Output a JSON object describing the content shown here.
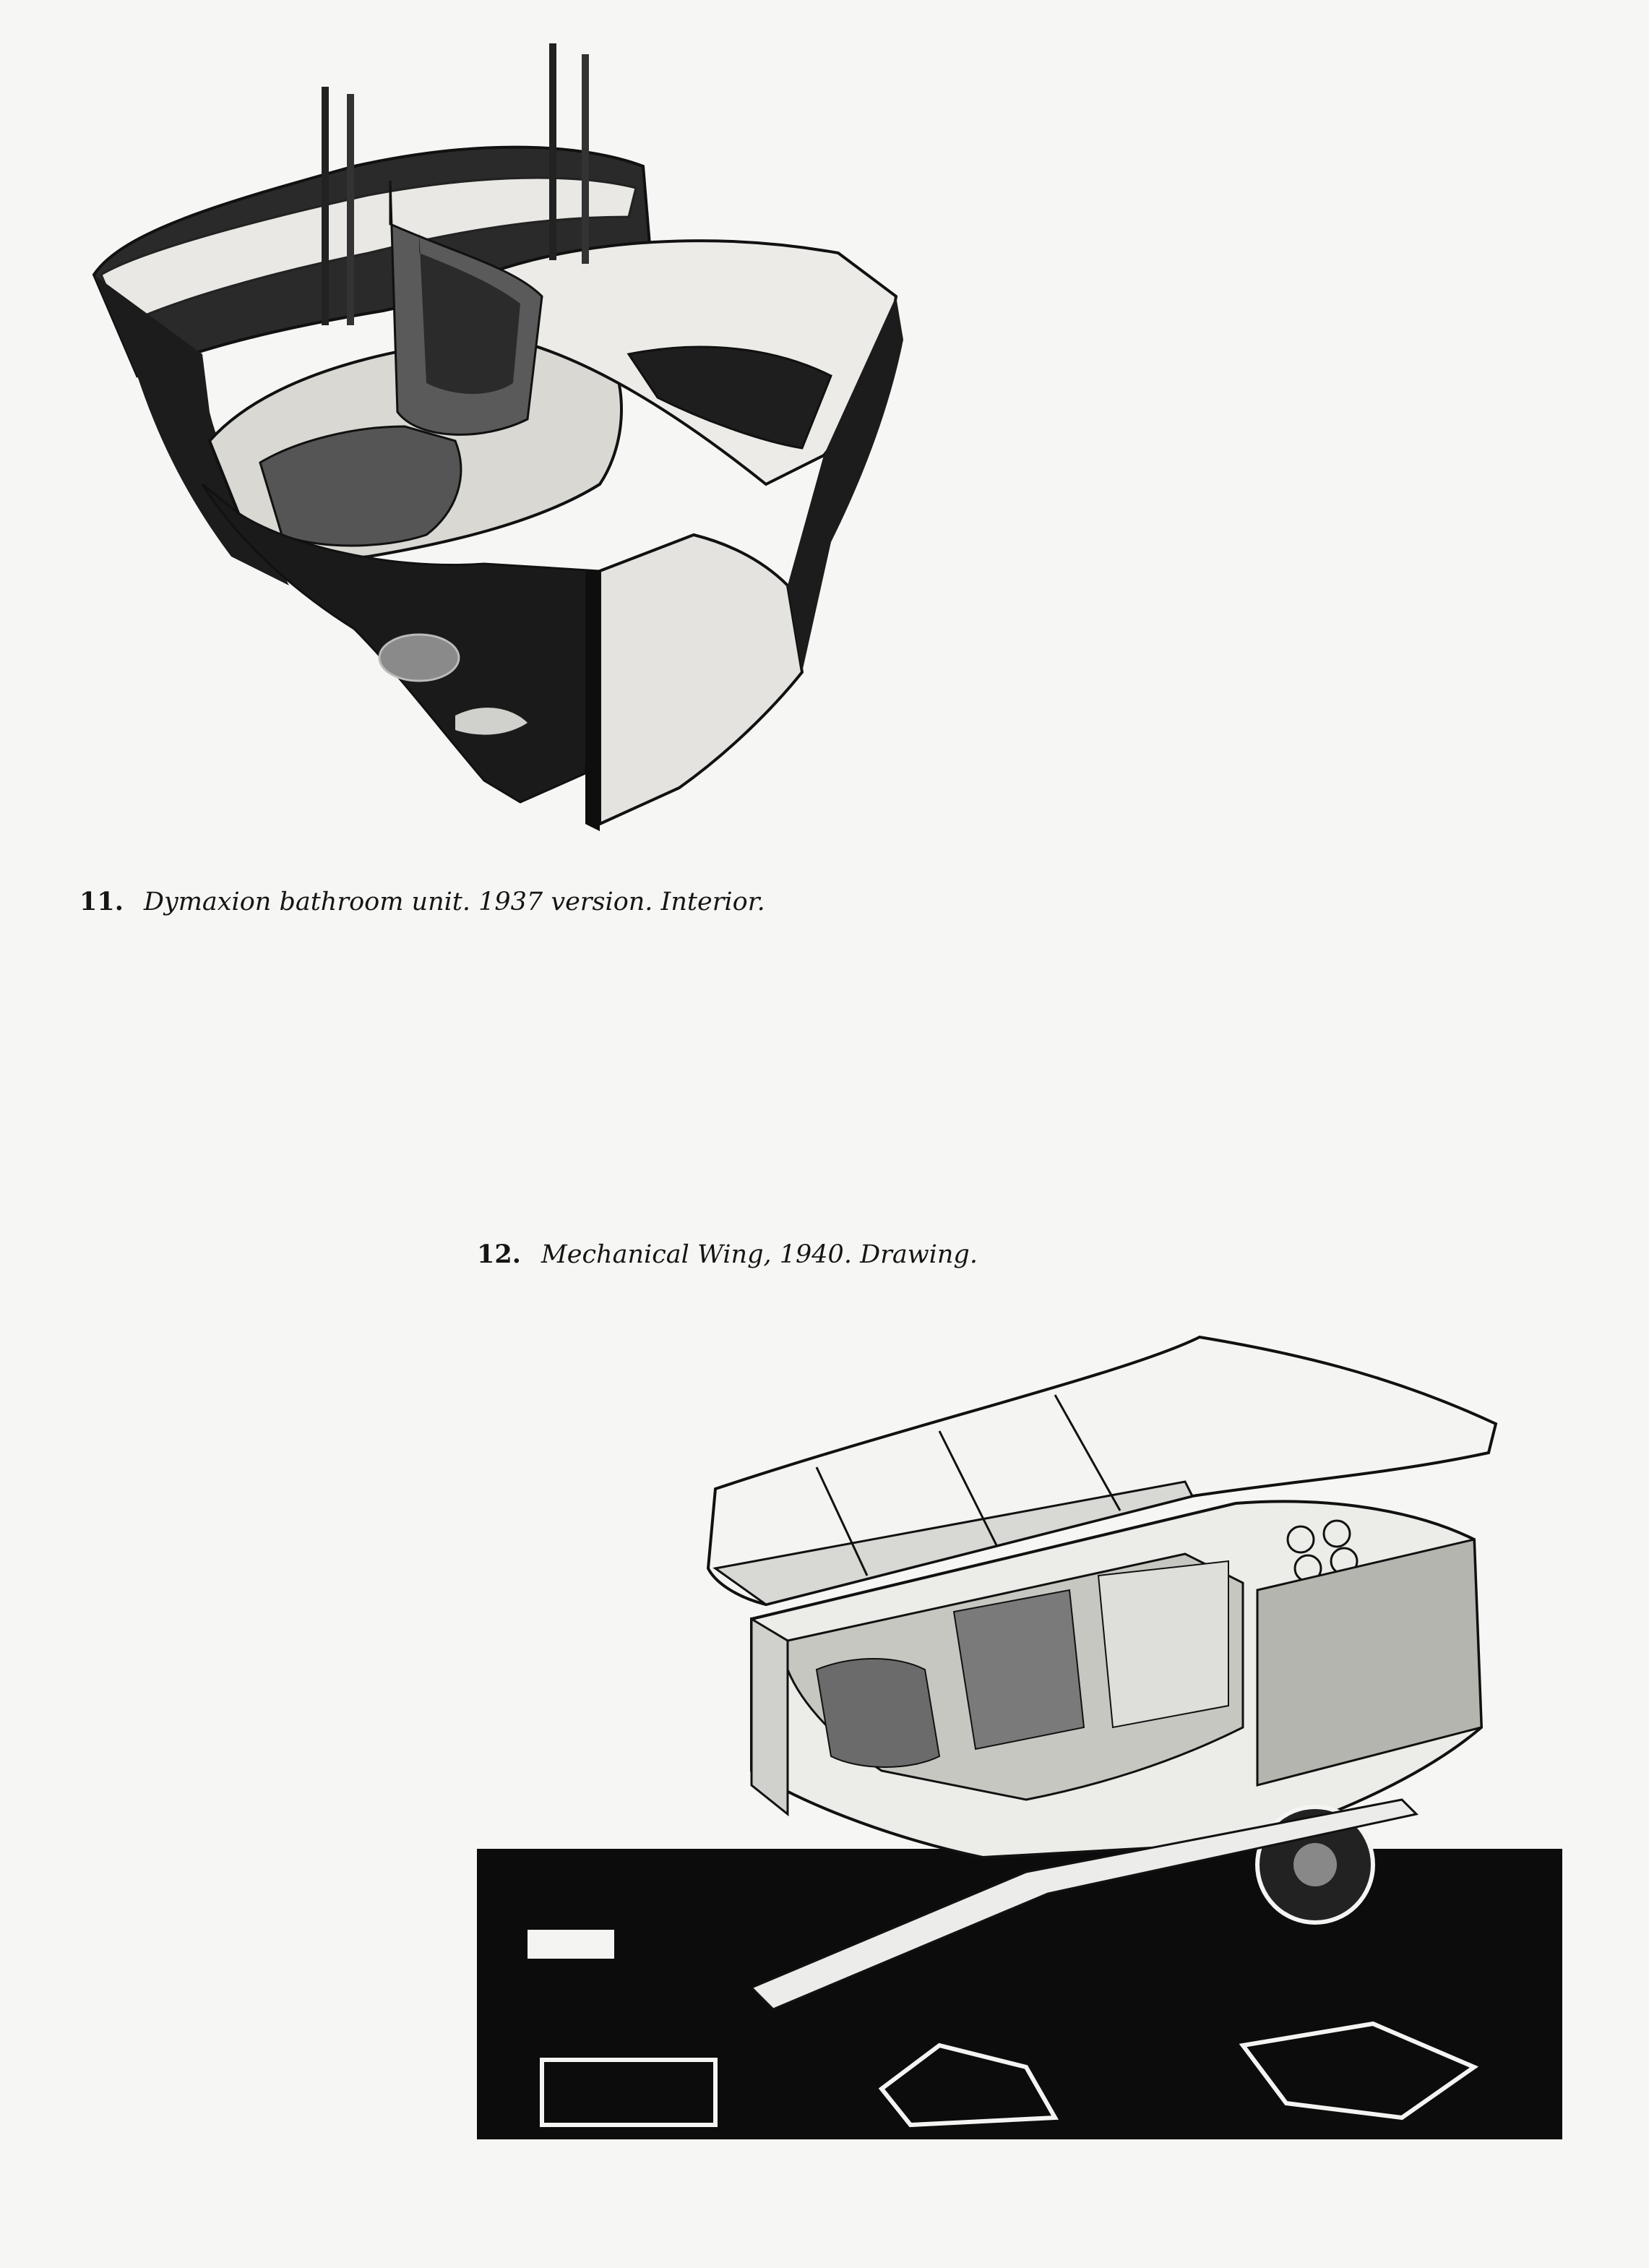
{
  "figures": [
    {
      "number": "11.",
      "caption": "Dymaxion bathroom unit. 1937 version. Interior."
    },
    {
      "number": "12.",
      "caption": "Mechanical Wing, 1940. Drawing."
    }
  ]
}
